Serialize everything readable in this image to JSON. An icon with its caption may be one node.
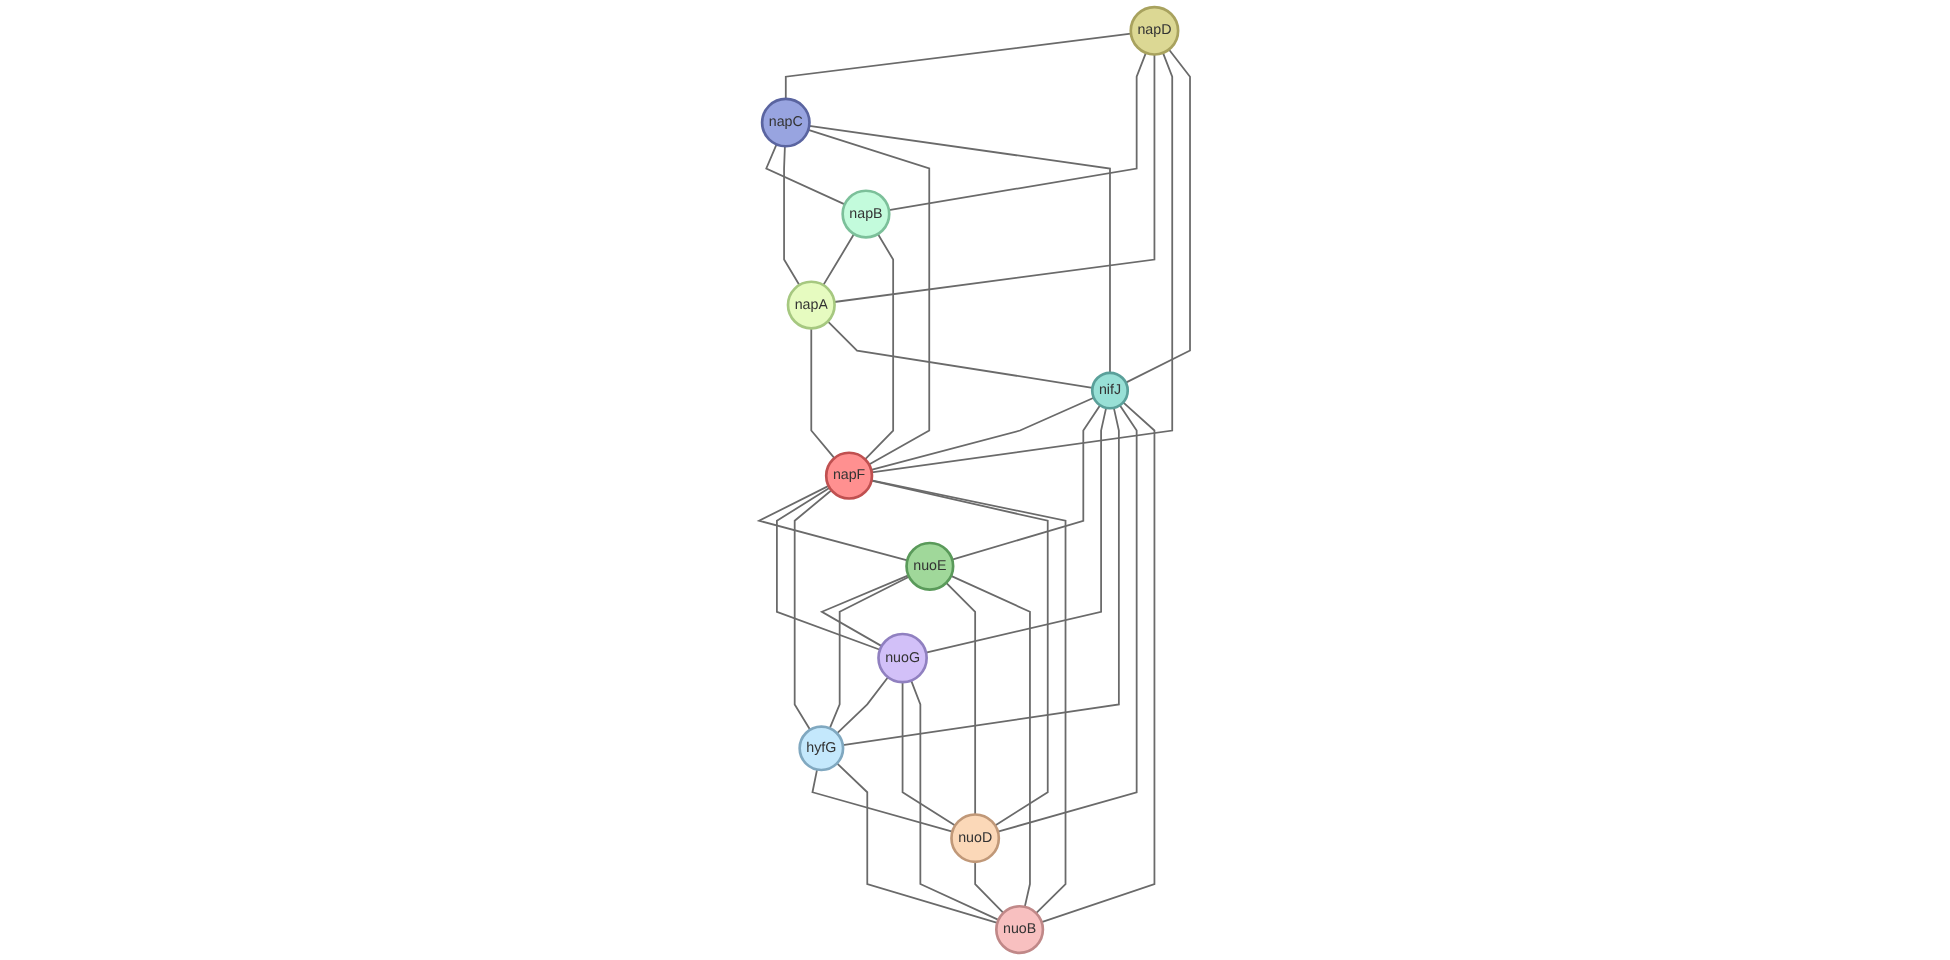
{
  "diagram": {
    "nodes": [
      {
        "text": [
          "napD"
        ]
      },
      {
        "text": [
          "napC"
        ]
      },
      {
        "text": [
          "napB"
        ]
      },
      {
        "text": [
          "napA"
        ]
      },
      {
        "text": [
          "nifJ"
        ]
      },
      {
        "text": [
          "napF"
        ]
      },
      {
        "text": [
          "nuoE"
        ]
      },
      {
        "text": [
          "nuoG"
        ]
      },
      {
        "text": [
          "hyfG"
        ]
      },
      {
        "text": [
          "nuoD"
        ]
      },
      {
        "text": [
          "nuoB"
        ]
      }
    ],
    "edges": [
      {
        "from": 0,
        "to": 1,
        "arrow": "none"
      },
      {
        "from": 0,
        "to": 2,
        "arrow": "none"
      },
      {
        "from": 0,
        "to": 3,
        "arrow": "none"
      },
      {
        "from": 0,
        "to": 5,
        "arrow": "none"
      },
      {
        "from": 0,
        "to": 4,
        "arrow": "none"
      },
      {
        "from": 1,
        "to": 2,
        "arrow": "none"
      },
      {
        "from": 1,
        "to": 3,
        "arrow": "none"
      },
      {
        "from": 1,
        "to": 5,
        "arrow": "none"
      },
      {
        "from": 1,
        "to": 4,
        "arrow": "none"
      },
      {
        "from": 2,
        "to": 3,
        "arrow": "none"
      },
      {
        "from": 2,
        "to": 5,
        "arrow": "none"
      },
      {
        "from": 3,
        "to": 5,
        "arrow": "none"
      },
      {
        "from": 3,
        "to": 4,
        "arrow": "none"
      },
      {
        "from": 4,
        "to": 5,
        "arrow": "none"
      },
      {
        "from": 4,
        "to": 6,
        "arrow": "none"
      },
      {
        "from": 4,
        "to": 7,
        "arrow": "none"
      },
      {
        "from": 4,
        "to": 8,
        "arrow": "none"
      },
      {
        "from": 4,
        "to": 9,
        "arrow": "none"
      },
      {
        "from": 4,
        "to": 10,
        "arrow": "none"
      },
      {
        "from": 5,
        "to": 6,
        "arrow": "none"
      },
      {
        "from": 5,
        "to": 7,
        "arrow": "none"
      },
      {
        "from": 5,
        "to": 8,
        "arrow": "none"
      },
      {
        "from": 5,
        "to": 9,
        "arrow": "none"
      },
      {
        "from": 5,
        "to": 10,
        "arrow": "none"
      },
      {
        "from": 6,
        "to": 7,
        "arrow": "none"
      },
      {
        "from": 6,
        "to": 8,
        "arrow": "none"
      },
      {
        "from": 6,
        "to": 9,
        "arrow": "none"
      },
      {
        "from": 6,
        "to": 10,
        "arrow": "none"
      },
      {
        "from": 7,
        "to": 8,
        "arrow": "none"
      },
      {
        "from": 7,
        "to": 9,
        "arrow": "none"
      },
      {
        "from": 7,
        "to": 10,
        "arrow": "none"
      },
      {
        "from": 8,
        "to": 9,
        "arrow": "none"
      },
      {
        "from": 8,
        "to": 10,
        "arrow": "none"
      },
      {
        "from": 9,
        "to": 10,
        "arrow": "none"
      }
    ]
  }
}
